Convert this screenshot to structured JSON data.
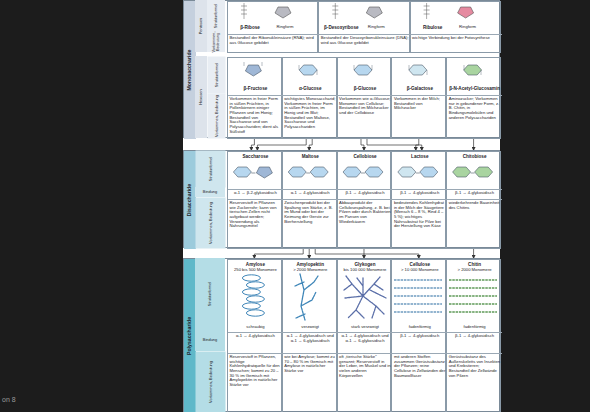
{
  "diagram": {
    "nodes": [
      {
        "text": [
          "Monosaccharide"
        ]
      },
      {
        "text": [
          "β-Ribose",
          "Ringform",
          "Bestandteil der Ribonukleinsäure (RNA); wird aus Glucose gebildet"
        ],
        "in": 0
      },
      {
        "text": [
          "β-Desoxyribose",
          "Ringform",
          "Bestandteil der Desoxyribonukleinsäure (DNA); wird aus Glucose gebildet"
        ],
        "in": 0
      },
      {
        "text": [
          "Ribulose",
          "Ringform",
          "wichtige Verbindung bei der Fotosynthese"
        ],
        "in": 0
      },
      {
        "text": [
          "β-Fructose",
          "Vorkommen in freier Form in süßen Früchten, in Pollenkörnern einiger Pflanzen und im Honig; Bestandteil von Saccharose und von Polysacchariden; dient als Süßstoff"
        ],
        "in": 0
      },
      {
        "text": [
          "α-Glucose",
          "wichtigstes Monosaccharid; Vorkommen in freier Form in süßen Früchten, im Honig und im Blut; Bestandteil von Maltose, Saccharose und Polysacchariden"
        ],
        "in": 0
      },
      {
        "text": [
          "β-Glucose",
          "Vorkommen wie α-Glucose; Monomer von Cellulose; Bestandteil im Milchzucker und der Cellobiose"
        ],
        "in": 0
      },
      {
        "text": [
          "β-Galactose",
          "Vorkommen in der Milch; Bestandteil von Milchzucker"
        ],
        "in": 0
      },
      {
        "text": [
          "β-N-Acetyl-Glucosamin",
          "Aminozucker; Vorkommen nur in gebundener Form, z. B. Chitin, in Bindungsmolekülen und anderen Polysacchariden"
        ],
        "in": 0
      },
      {
        "text": [
          "Disaccharide"
        ]
      },
      {
        "text": [
          "Saccharose",
          "α-1 → β-2-glykosidisch",
          "Reservestoff in Pflanzen wie Zuckerrohr; kann von tierischen Zellen nicht aufgebaut werden; Verwendung als Nahrungsmittel"
        ],
        "in": 9
      },
      {
        "text": [
          "Maltose",
          "α-1 → 4-glykosidisch",
          "Zwischenprodukt bei der Spaltung von Stärke, z. B. im Mund oder bei der Keimung der Gerste zur Bierherstellung"
        ],
        "in": 9
      },
      {
        "text": [
          "Cellobiose",
          "β-1 → 4-glykosidisch",
          "Abbauprodukt der Cellulosespaltung, z. B. bei Pilzen oder durch Bakterien im Pansen von Wiederkäuern"
        ],
        "in": 9
      },
      {
        "text": [
          "Lactose",
          "β-1 → 4-glykosidisch",
          "bedeutendes Kohlenhydrat in der Milch der Säugetiere (Mensch 6 – 8 %, Rind 4 – 5 %); wichtiges Nährsubstrat für Pilze bei der Herstellung von Käse"
        ],
        "in": 9
      },
      {
        "text": [
          "Chitobiose",
          "β-1 → 4-glykosidisch",
          "wiederkehrende Baueinheit des Chitins"
        ],
        "in": 9
      },
      {
        "text": [
          "Polysaccharide"
        ]
      },
      {
        "text": [
          "Amylose",
          "250 bis 500 Monomere",
          "schraubig",
          "α-1 → 4-glykosidisch",
          "Reservestoff in Pflanzen, wichtige Kohlenhydratquelle für den Menschen; kommt zu 20 – 30 % im Gemisch mit Amylopektin in natürlicher Stärke vor"
        ],
        "in": 15
      },
      {
        "text": [
          "Amylopektin",
          "> 2000 Monomere",
          "verzweigt",
          "α-1 → 4-glykosidisch und α-1 → 6-glykosidisch",
          "wie bei Amylose; kommt zu 70 – 80 % im Gemisch mit Amylose in natürlicher Stärke vor"
        ],
        "in": 15
      },
      {
        "text": [
          "Glykogen",
          "bis 100 000 Monomere",
          "stark verzweigt",
          "α-1 → 4-glykosidisch und α-1 → 6-glykosidisch",
          "oft „tierische Stärke“ genannt; Reservestoff in der Leber, im Muskel und in vielen anderen Körperzellen"
        ],
        "in": 15
      },
      {
        "text": [
          "Cellulose",
          "> 10 000 Monomere",
          "fadenförmig",
          "β-1 → 4-glykosidisch",
          "mit anderen Stoffen zusammen Gerüstsubstanz der Pflanzen; reine Cellulose in Zellwänden der Baumwollfaser"
        ],
        "in": 15
      },
      {
        "text": [
          "Chitin",
          "> 2000 Monomere",
          "fadenförmig",
          "β-1 → 4-glykosidisch",
          "Gerüstsubstanz des Außenskeletts von Insekten und Krebstieren; Bestandteil der Zellwände von Pilzen"
        ],
        "in": 15
      }
    ],
    "edges": [
      {
        "from": 4,
        "to": 10,
        "arrow": "to"
      },
      {
        "from": 5,
        "to": 10,
        "arrow": "to"
      },
      {
        "from": 5,
        "to": 11,
        "arrow": "to"
      },
      {
        "from": 6,
        "to": 12,
        "arrow": "to"
      },
      {
        "from": 7,
        "to": 13,
        "arrow": "to"
      },
      {
        "from": 6,
        "to": 13,
        "arrow": "to"
      },
      {
        "from": 8,
        "to": 14,
        "arrow": "to"
      },
      {
        "from": 11,
        "to": 16,
        "arrow": "to"
      },
      {
        "from": 11,
        "to": 17,
        "arrow": "to"
      },
      {
        "from": 11,
        "to": 18,
        "arrow": "to"
      },
      {
        "from": 12,
        "to": 19,
        "arrow": "to"
      },
      {
        "from": 14,
        "to": 20,
        "arrow": "to"
      }
    ],
    "labels": [
      "Pentosen",
      "Strukturformel",
      "Vorkommen, Bedeutung",
      "Hexosen",
      "Strukturformel",
      "Vorkommen, Bedeutung",
      "Strukturformel",
      "Bindung",
      "Vorkommen, Bedeutung",
      "Strukturformel",
      "Bindung",
      "Vorkommen, Bedeutung",
      "on 8"
    ]
  }
}
